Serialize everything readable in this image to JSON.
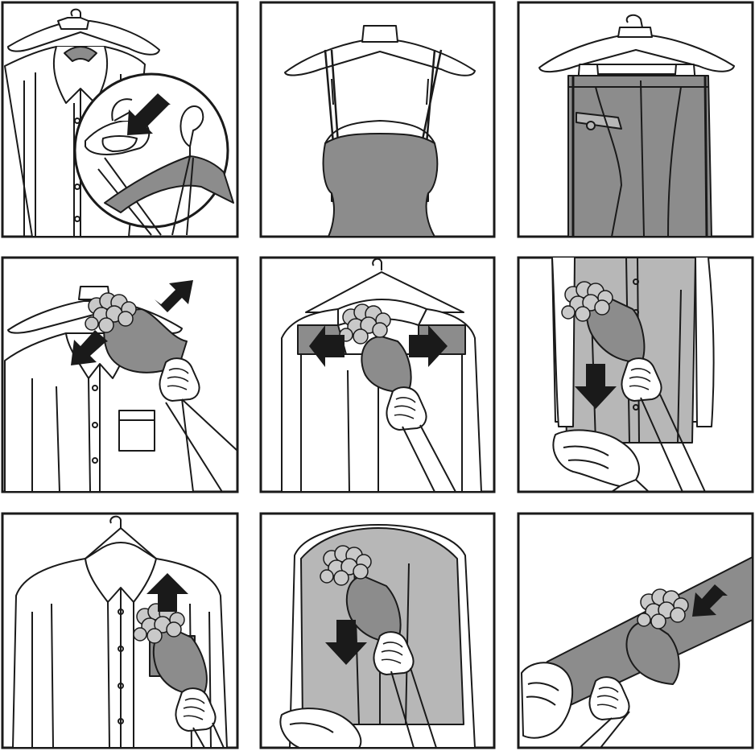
{
  "colors": {
    "fabric": "#8c8c8c",
    "fabric_light": "#b7b7b7",
    "steam": "#c9c9c9",
    "line": "#1a1a1a",
    "background": "#ffffff"
  },
  "panels": [
    {
      "id": "hang-shirt",
      "icons": [
        "hanger-icon",
        "shirt-icon",
        "magnifier-callout-icon",
        "arrow-down-left-icon"
      ]
    },
    {
      "id": "hang-dress",
      "icons": [
        "hanger-icon",
        "dress-icon"
      ]
    },
    {
      "id": "hang-trousers",
      "icons": [
        "hanger-icon",
        "clip-icon",
        "trousers-icon"
      ]
    },
    {
      "id": "steam-collar",
      "icons": [
        "hanger-icon",
        "shirt-icon",
        "steamer-head-icon",
        "steam-icon",
        "arrow-up-right-icon",
        "arrow-down-left-icon",
        "hand-icon"
      ]
    },
    {
      "id": "steam-shoulders",
      "icons": [
        "hanger-icon",
        "shirt-back-icon",
        "steamer-head-icon",
        "steam-icon",
        "arrow-left-icon",
        "arrow-right-icon",
        "hand-icon"
      ]
    },
    {
      "id": "steam-shirt-front-down",
      "icons": [
        "shirt-icon",
        "steamer-head-icon",
        "steam-icon",
        "arrow-down-icon",
        "hand-icon",
        "gloved-hand-icon"
      ]
    },
    {
      "id": "steam-pocket-up",
      "icons": [
        "hanger-icon",
        "shirt-icon",
        "steamer-head-icon",
        "steam-icon",
        "arrow-up-icon",
        "hand-icon"
      ]
    },
    {
      "id": "steam-back-down",
      "icons": [
        "shirt-back-icon",
        "steamer-head-icon",
        "steam-icon",
        "arrow-down-icon",
        "hand-icon",
        "gloved-hand-icon"
      ]
    },
    {
      "id": "steam-sleeve",
      "icons": [
        "sleeve-icon",
        "steamer-head-icon",
        "steam-icon",
        "arrow-down-left-icon",
        "hand-icon",
        "gloved-hand-icon"
      ]
    }
  ]
}
